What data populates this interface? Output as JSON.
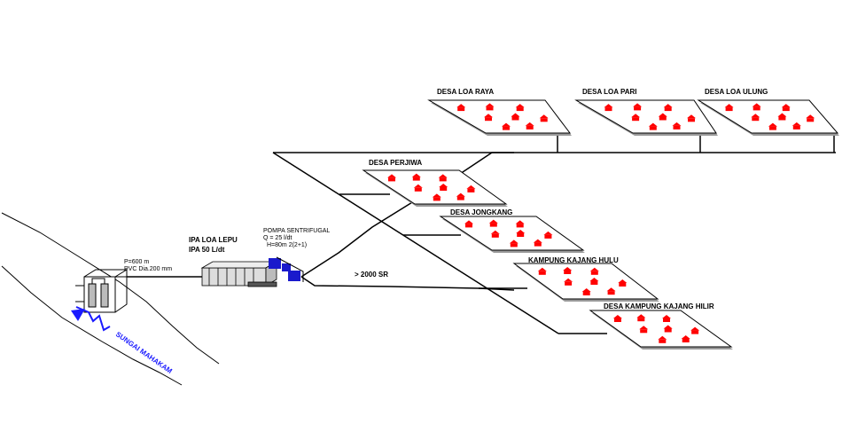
{
  "villages": [
    {
      "id": "loa-raya",
      "label": "DESA LOA RAYA"
    },
    {
      "id": "loa-pari",
      "label": "DESA LOA PARI"
    },
    {
      "id": "loa-ulung",
      "label": "DESA LOA ULUNG"
    },
    {
      "id": "perjiwa",
      "label": "DESA PERJIWA"
    },
    {
      "id": "jongkang",
      "label": "DESA JONGKANG"
    },
    {
      "id": "kajang-hulu",
      "label": "KAMPUNG KAJANG  HULU"
    },
    {
      "id": "kajang-hilir",
      "label": "DESA KAMPUNG KAJANG HILIR"
    }
  ],
  "plant": {
    "name": "IPA LOA LEPU",
    "capacity": "IPA 50 L/dt"
  },
  "pump": {
    "title": "POMPA  SENTRIFUGAL",
    "flow": "Q = 25 l/dt",
    "head": "H=80m 2(2+1)"
  },
  "intake_pipe": {
    "length": "P=600 m",
    "spec": "PVC Dia.200 mm"
  },
  "connections": "> 2000 SR",
  "river": {
    "name": "SUNGAI MAHAKAM",
    "color": "#1a1aff"
  },
  "colors": {
    "house": "#ff0000",
    "pump": "#1a1acc",
    "line": "#000000"
  }
}
